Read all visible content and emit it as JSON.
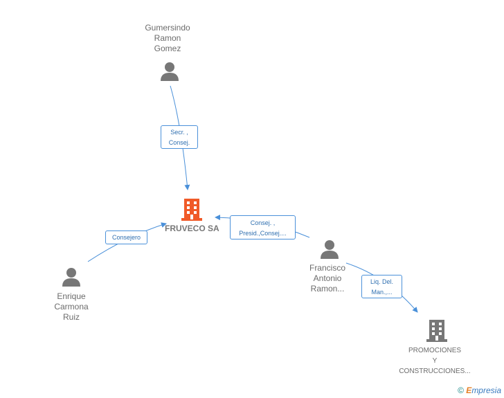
{
  "nodes": {
    "main_company": {
      "label": "FRUVECO SA"
    },
    "person_gumersindo": {
      "lines": [
        "Gumersindo",
        "Ramon",
        "Gomez"
      ]
    },
    "person_enrique": {
      "lines": [
        "Enrique",
        "Carmona",
        "Ruiz"
      ]
    },
    "person_francisco": {
      "lines": [
        "Francisco",
        "Antonio",
        "Ramon..."
      ]
    },
    "company_promociones": {
      "lines": [
        "PROMOCIONES",
        "Y",
        "CONSTRUCCIONES..."
      ]
    }
  },
  "edges": {
    "gumersindo_to_main": {
      "lines": [
        "Secr. ,",
        "Consej."
      ]
    },
    "enrique_to_main": {
      "lines": [
        "Consejero"
      ]
    },
    "francisco_to_main": {
      "lines": [
        "Consej. ,",
        "Presid.,Consej...."
      ]
    },
    "francisco_to_promociones": {
      "lines": [
        "Liq.  Del.",
        "Man.,..."
      ]
    }
  },
  "footer": {
    "copyright_symbol": "©",
    "brand_e": "E",
    "brand_rest": "mpresia"
  },
  "colors": {
    "edge": "#4a90d9",
    "person_icon": "#777777",
    "main_company_icon": "#f05a28",
    "other_company_icon": "#777777"
  }
}
